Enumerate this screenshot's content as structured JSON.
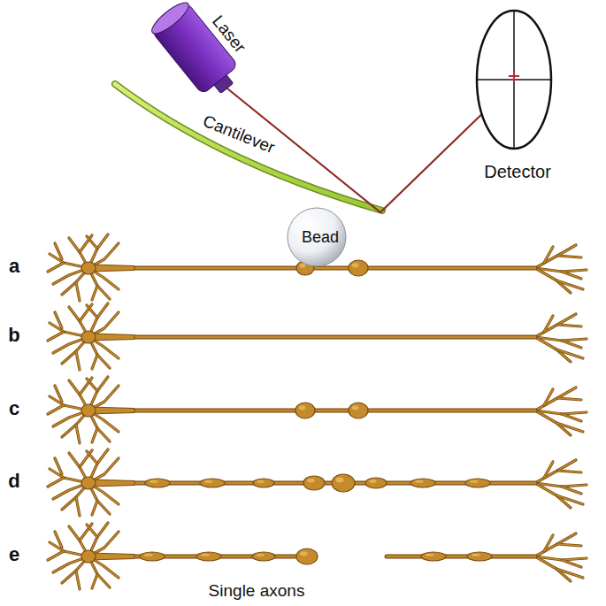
{
  "diagram": {
    "caption": "Single axons",
    "nodes": [
      {
        "text": [
          "Laser"
        ]
      },
      {
        "text": [
          "Detector"
        ]
      },
      {
        "text": [
          "Bead"
        ]
      }
    ],
    "edges": [
      {
        "from": 0,
        "to": 1,
        "arrow": "none"
      }
    ],
    "labels": [
      "Cantilever",
      "a",
      "b",
      "c",
      "d",
      "e"
    ]
  }
}
